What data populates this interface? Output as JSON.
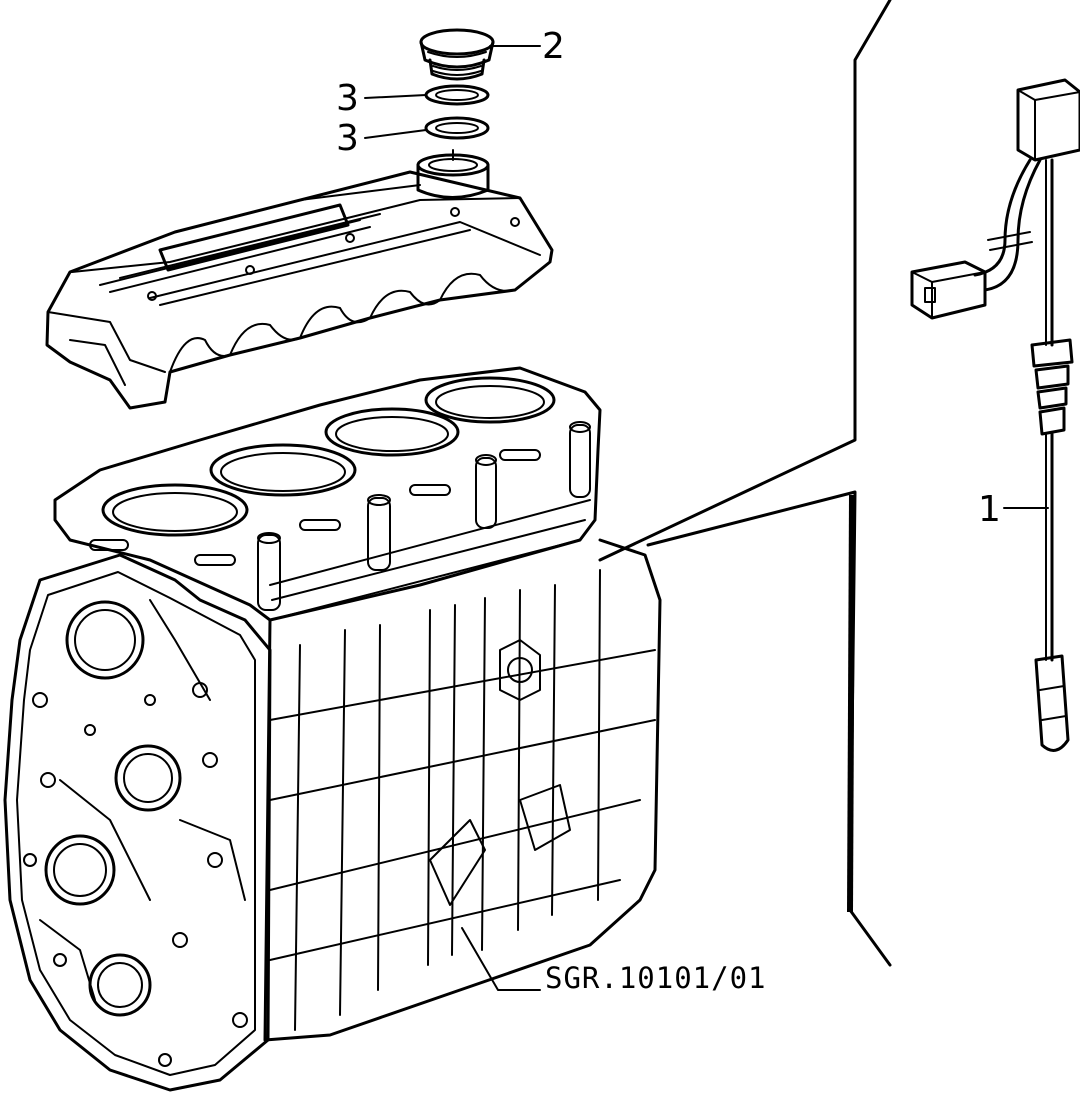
{
  "callouts": {
    "oil_filler_cap": "2",
    "seal_ring_upper": "3",
    "seal_ring_lower": "3",
    "oil_dipstick": "1"
  },
  "reference_code": "SGR.10101/01",
  "colors": {
    "line": "#000000",
    "background": "#ffffff"
  }
}
